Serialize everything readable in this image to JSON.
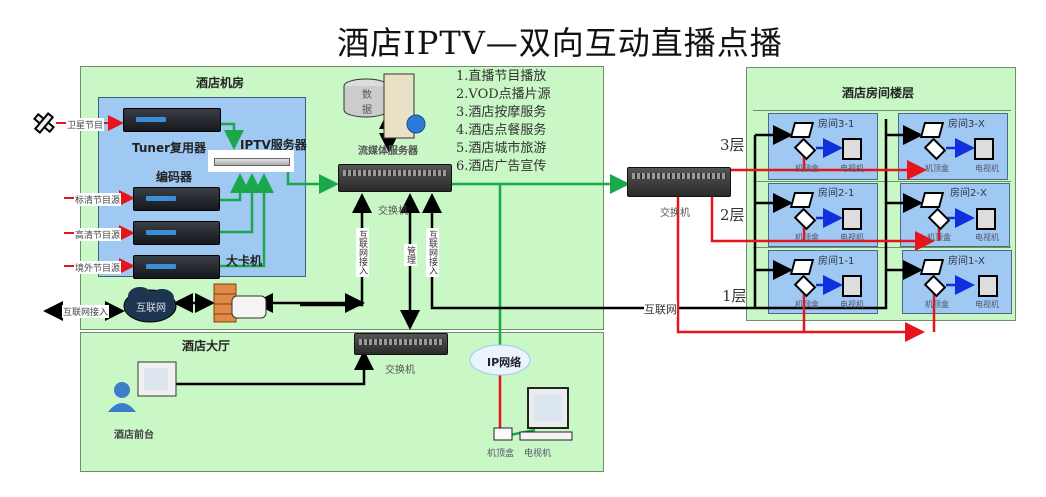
{
  "title": "酒店IPTV—双向互动直播点播",
  "zones": {
    "machine_room": "酒店机房",
    "lobby": "酒店大厅",
    "floors": "酒店房间楼层"
  },
  "machine_room": {
    "sources": [
      "卫星节目",
      "标清节目源",
      "高清节目源",
      "境外节目源"
    ],
    "tuner_label": "Tuner复用器",
    "encoder_label": "编码器",
    "card_label": "大卡机",
    "iptv_server_label": "IPTV服务器",
    "streaming_server_label": "流媒体服务器",
    "db_label_top": "数",
    "db_label_bottom": "据",
    "switch_label": "交换机",
    "vertical_labels": [
      "互联网接入",
      "管理",
      "互联网接入"
    ],
    "internet_access_label": "互联网接入",
    "internet_cloud_label": "互联网"
  },
  "services": [
    "1.直播节目播放",
    "2.VOD点播片源",
    "3.酒店按摩服务",
    "4.酒店点餐服务",
    "5.酒店城市旅游",
    "6.酒店广告宣传"
  ],
  "core_switch_label": "交换机",
  "internet_line_label": "互联网",
  "floor_labels": [
    "3层",
    "2层",
    "1层"
  ],
  "rooms": [
    {
      "name": "房间3-1",
      "stb": "机顶盒",
      "tv": "电视机"
    },
    {
      "name": "房间3-X",
      "stb": "机顶盒",
      "tv": "电视机"
    },
    {
      "name": "房间2-1",
      "stb": "机顶盒",
      "tv": "电视机"
    },
    {
      "name": "房间2-X",
      "stb": "机顶盒",
      "tv": "电视机"
    },
    {
      "name": "房间1-1",
      "stb": "机顶盒",
      "tv": "电视机"
    },
    {
      "name": "房间1-X",
      "stb": "机顶盒",
      "tv": "电视机"
    }
  ],
  "lobby": {
    "switch_label": "交换机",
    "front_desk_label": "酒店前台",
    "ip_network_label": "IP网络",
    "stb_label": "机顶盒",
    "tv_label": "电视机"
  },
  "colors": {
    "zone_green": "#c9f7c6",
    "inner_blue": "#9fc8f2",
    "signal_red": "#e8141c",
    "stream_green": "#1aa84a",
    "link_blue": "#1030e0",
    "link_black": "#000000"
  }
}
